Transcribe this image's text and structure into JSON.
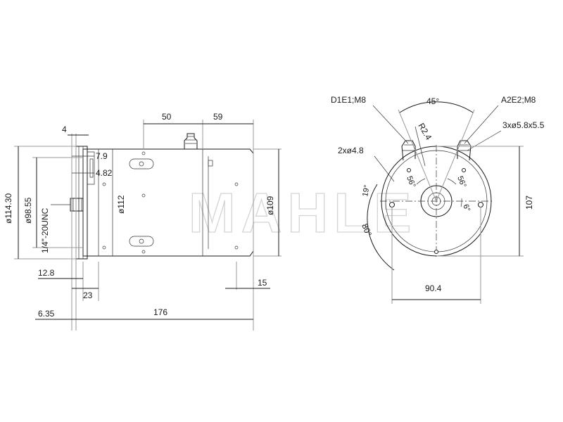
{
  "brand": {
    "watermark": "MAHLE"
  },
  "side_view": {
    "dims": {
      "top_50": "50",
      "top_59": "59",
      "top_4": "4",
      "d_7_9": "7.9",
      "d_4_82": "4.82",
      "dia_114_30": "ø114.30",
      "dia_98_55": "ø98.55",
      "thread": "1/4\"-20UNC",
      "dia_112": "ø112",
      "dia_109": "ø109",
      "bot_12_8": "12.8",
      "bot_23": "23",
      "bot_15": "15",
      "bot_6_35": "6.35",
      "bot_176": "176"
    }
  },
  "end_view": {
    "dims": {
      "d1e1": "D1E1;M8",
      "a2e2": "A2E2;M8",
      "angle_45": "45°",
      "r2_4": "R2.4",
      "holes_3x": "3xø5.8x5.5",
      "holes_2x": "2xø4.8",
      "angle_56_left": "56°",
      "angle_56_right": "56°",
      "angle_19": "19°",
      "angle_6": "6°",
      "angle_80": "80°",
      "height_107": "107",
      "width_90_4": "90.4"
    }
  }
}
